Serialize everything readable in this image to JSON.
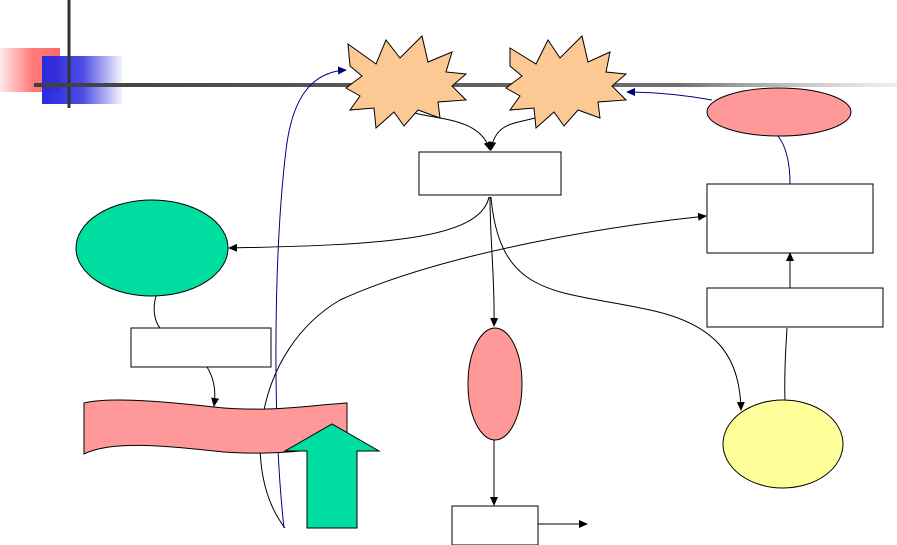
{
  "slide": {
    "background": "#ffffff",
    "decoration": {
      "red_square": "#ff6a6a",
      "blue_square": "#2a2ae0",
      "rule_line": "#404040"
    }
  },
  "diagram": {
    "colors": {
      "star_fill": "#fcc995",
      "pink_fill": "#ff9999",
      "green_fill": "#00dda0",
      "yellow_fill": "#ffff99",
      "box_fill": "#ffffff",
      "stroke": "#000000",
      "connector": "#000000",
      "blue_connector": "#000080"
    },
    "shapes": [
      {
        "name": "explosion-left",
        "kind": "explosion",
        "fill": "star_fill",
        "text": ""
      },
      {
        "name": "explosion-right",
        "kind": "explosion",
        "fill": "star_fill",
        "text": ""
      },
      {
        "name": "top-center-box",
        "kind": "rectangle",
        "fill": "box_fill",
        "text": ""
      },
      {
        "name": "top-right-ellipse",
        "kind": "ellipse",
        "fill": "pink_fill",
        "text": ""
      },
      {
        "name": "right-upper-box",
        "kind": "rectangle",
        "fill": "box_fill",
        "text": ""
      },
      {
        "name": "right-lower-box",
        "kind": "rectangle",
        "fill": "box_fill",
        "text": ""
      },
      {
        "name": "green-ellipse",
        "kind": "ellipse",
        "fill": "green_fill",
        "text": ""
      },
      {
        "name": "left-box",
        "kind": "rectangle",
        "fill": "box_fill",
        "text": ""
      },
      {
        "name": "wave-banner",
        "kind": "wave",
        "fill": "pink_fill",
        "text": ""
      },
      {
        "name": "up-arrow",
        "kind": "block-arrow",
        "fill": "green_fill",
        "text": ""
      },
      {
        "name": "center-ellipse",
        "kind": "ellipse",
        "fill": "pink_fill",
        "text": ""
      },
      {
        "name": "bottom-center-box",
        "kind": "rectangle",
        "fill": "box_fill",
        "text": ""
      },
      {
        "name": "yellow-ellipse",
        "kind": "ellipse",
        "fill": "yellow_fill",
        "text": ""
      }
    ],
    "connectors": [
      {
        "from": "explosion-left",
        "to": "top-center-box",
        "arrow": true,
        "color": "connector"
      },
      {
        "from": "explosion-right",
        "to": "top-center-box",
        "arrow": true,
        "color": "connector"
      },
      {
        "from": "top-right-ellipse",
        "to": "explosion-right",
        "arrow": true,
        "color": "blue_connector"
      },
      {
        "from": "right-upper-box",
        "to": "top-right-ellipse",
        "arrow": false,
        "color": "blue_connector"
      },
      {
        "from": "top-center-box",
        "to": "green-ellipse",
        "arrow": true,
        "color": "connector"
      },
      {
        "from": "top-center-box",
        "to": "center-ellipse",
        "arrow": true,
        "color": "connector"
      },
      {
        "from": "top-center-box",
        "to": "yellow-ellipse",
        "arrow": true,
        "color": "connector"
      },
      {
        "from": "right-lower-box",
        "to": "right-upper-box",
        "arrow": true,
        "color": "connector"
      },
      {
        "from": "yellow-ellipse",
        "to": "right-lower-box",
        "arrow": false,
        "color": "connector"
      },
      {
        "from": "green-ellipse",
        "to": "left-box",
        "arrow": false,
        "color": "connector"
      },
      {
        "from": "left-box",
        "to": "wave-banner",
        "arrow": true,
        "color": "connector"
      },
      {
        "from": "center-ellipse",
        "to": "bottom-center-box",
        "arrow": true,
        "color": "connector"
      },
      {
        "from": "bottom-center-box",
        "to": "",
        "arrow": true,
        "color": "connector"
      },
      {
        "from": "up-arrow",
        "to": "right-upper-box",
        "arrow": true,
        "color": "connector"
      },
      {
        "from": "up-arrow",
        "to": "explosion-left",
        "arrow": true,
        "color": "blue_connector"
      }
    ]
  }
}
